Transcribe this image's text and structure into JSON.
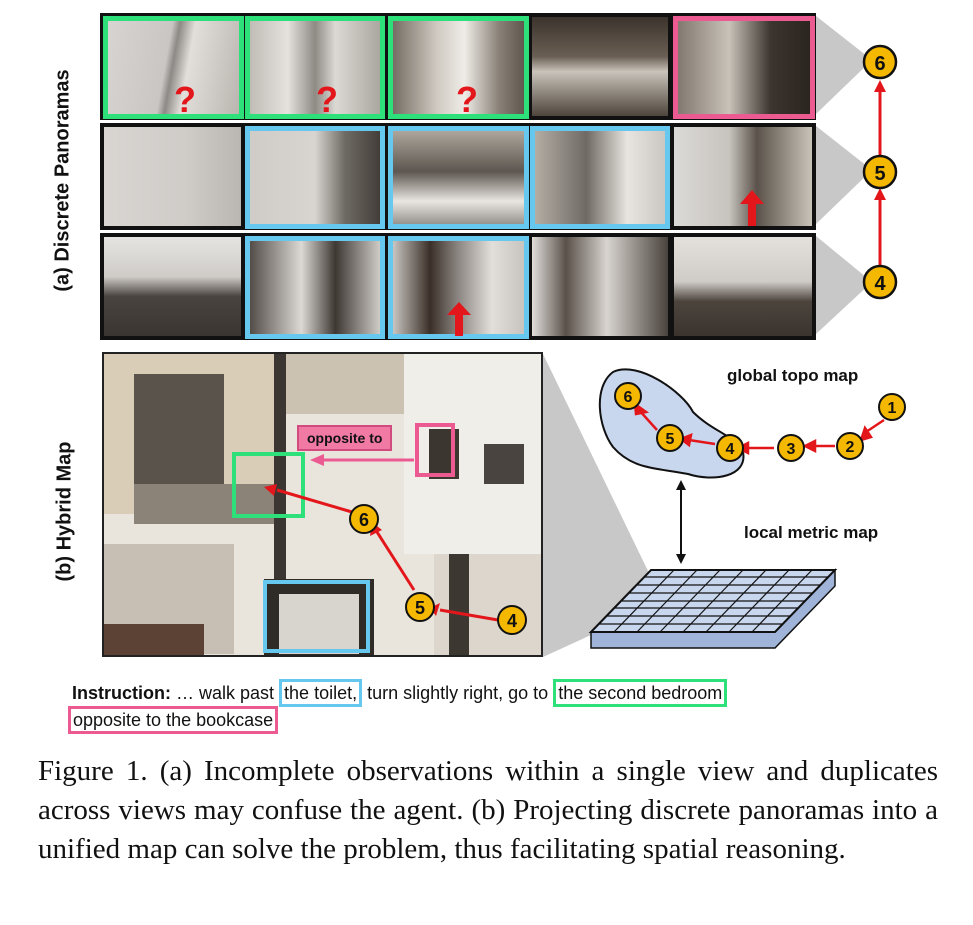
{
  "section_a_label": "(a) Discrete  Panoramas",
  "section_b_label": "(b) Hybrid Map",
  "panorama_nodes": [
    "6",
    "5",
    "4"
  ],
  "question_mark": "?",
  "hybrid_map": {
    "opposite_tag": "opposite to",
    "path_nodes": [
      "6",
      "5",
      "4"
    ]
  },
  "topo": {
    "global_label": "global topo map",
    "local_label": "local metric map",
    "nodes": [
      "1",
      "2",
      "3",
      "4",
      "5",
      "6"
    ]
  },
  "instruction": {
    "prefix": "Instruction:",
    "part1": " … walk past ",
    "toilet": "the toilet,",
    "part2": " turn slightly right, go to ",
    "bedroom": "the second bedroom",
    "bookcase": "opposite to the bookcase"
  },
  "caption": "Figure 1. (a) Incomplete observations within a single view and duplicates across views may confuse the agent. (b) Projecting discrete panoramas into a unified map can solve the problem, thus facilitating spatial reasoning.",
  "colors": {
    "green": "#2ee07a",
    "blue": "#66c8ee",
    "pink": "#ec5a92",
    "red": "#e3171b",
    "node_fill": "#f5b800"
  }
}
